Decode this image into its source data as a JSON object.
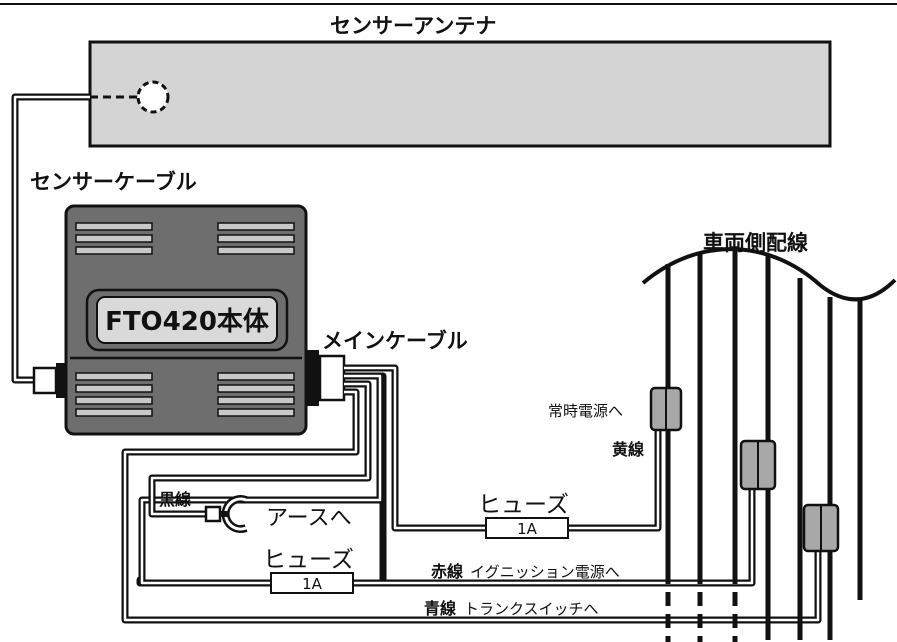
{
  "labels": {
    "sensor_antenna": "センサーアンテナ",
    "sensor_cable": "センサーケーブル",
    "main_unit": "FTO420本体",
    "main_cable": "メインケーブル",
    "vehicle_wiring": "車両側配線",
    "yellow_line": "黄線",
    "to_constant_power": "常時電源へ",
    "fuse_upper": "ヒューズ",
    "fuse_upper_rating": "1A",
    "black_line": "黒線",
    "to_ground": "アースへ",
    "fuse_lower": "ヒューズ",
    "fuse_lower_rating": "1A",
    "red_line": "赤線",
    "to_ignition": "イグニッション電源へ",
    "blue_line": "青線",
    "to_trunk_switch": "トランクスイッチへ"
  },
  "colors": {
    "antenna_fill": "#d4d4d4",
    "unit_fill": "#6e6e6e",
    "unit_label_fill": "#d9d9d9",
    "connector_fill": "#a8a8a8",
    "ink": "#111111"
  },
  "icons": [
    "ground-terminal-icon",
    "splice-connector-icon"
  ]
}
